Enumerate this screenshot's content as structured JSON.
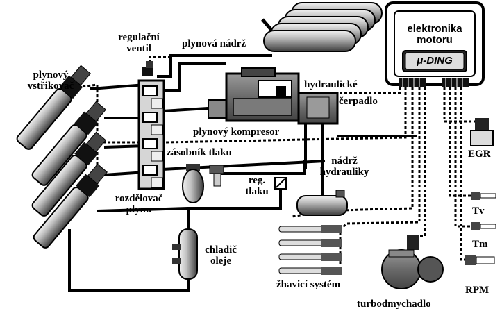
{
  "labels": {
    "injector": [
      "plynový",
      "vstřikovač"
    ],
    "valve": [
      "regulační",
      "ventil"
    ],
    "gas_tank": "plynová nádrž",
    "hydraulic_pump": [
      "hydraulické",
      "čerpadlo"
    ],
    "ecu": [
      "elektronika",
      "motoru"
    ],
    "ecu_brand": "μ-DING",
    "compressor": "plynový kompresor",
    "accumulator": "zásobník tlaku",
    "reg_pressure": [
      "reg.",
      "tlaku"
    ],
    "hydraulic_tank": [
      "nádrž",
      "hydrauliky"
    ],
    "distributor": [
      "rozdělovač",
      "plynu"
    ],
    "oil_cooler": [
      "chladič",
      "oleje"
    ],
    "glow": "žhavicí systém",
    "turbo": "turbodmychadlo",
    "egr": "EGR",
    "tv": "Tv",
    "tm": "Tm",
    "rpm": "RPM"
  },
  "colors": {
    "line": "#000000",
    "part": "#5a5a5a",
    "dark": "#1a1a1a",
    "light": "#d9d9d9",
    "bg": "#ffffff"
  }
}
